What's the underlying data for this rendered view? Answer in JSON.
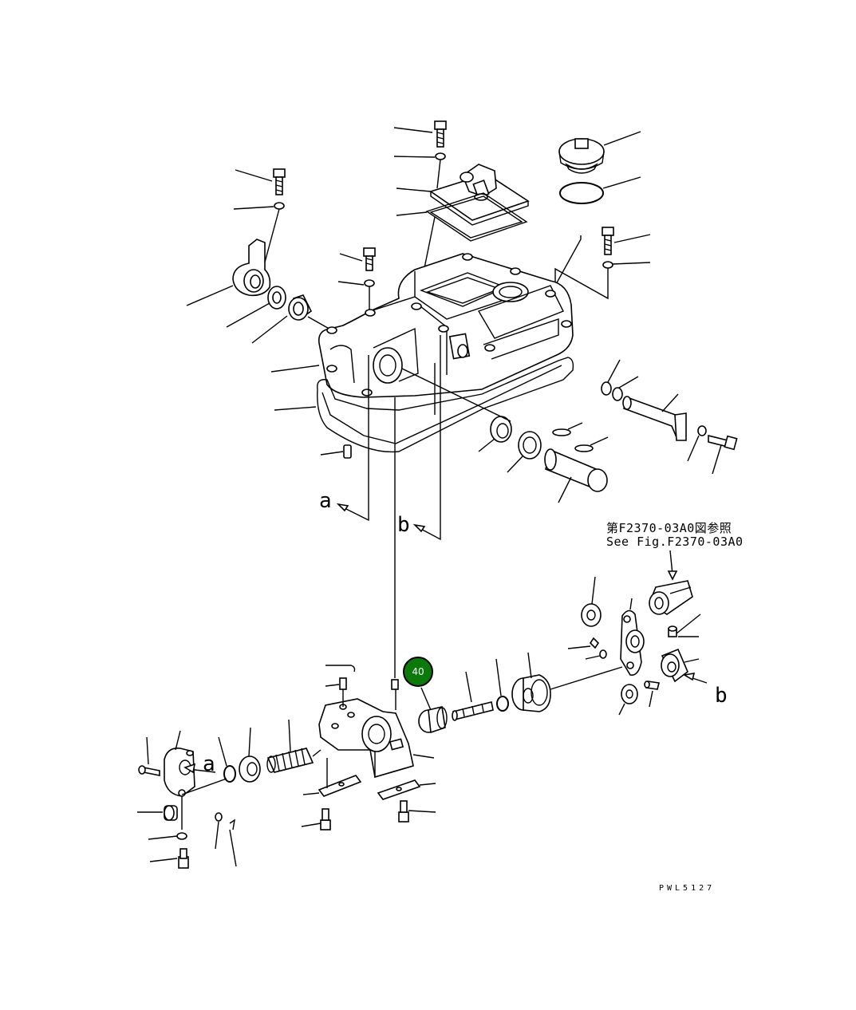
{
  "diagram": {
    "reference_note": {
      "line_ja": "第F2370-03A0図参照",
      "line_en": "See Fig.F2370-03A0"
    },
    "drawing_code": "PWL5127",
    "view_labels": {
      "a_upper": "a",
      "b_upper": "b",
      "a_lower": "a",
      "b_lower": "b"
    },
    "callout": {
      "number": "40",
      "color": "#0b7a0b"
    }
  }
}
